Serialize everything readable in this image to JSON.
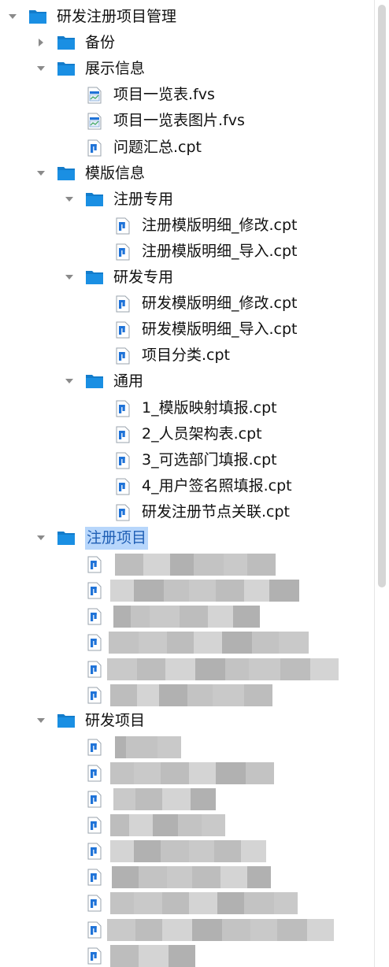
{
  "tree": [
    {
      "id": "root",
      "type": "folder",
      "label": "研发注册项目管理",
      "level": 0,
      "state": "expanded"
    },
    {
      "id": "backup",
      "type": "folder",
      "label": "备份",
      "level": 1,
      "state": "collapsed"
    },
    {
      "id": "display",
      "type": "folder",
      "label": "展示信息",
      "level": 1,
      "state": "expanded"
    },
    {
      "id": "f1",
      "type": "file",
      "file_kind": "fvs",
      "label": "项目一览表.fvs",
      "level": 2
    },
    {
      "id": "f2",
      "type": "file",
      "file_kind": "fvs",
      "label": "项目一览表图片.fvs",
      "level": 2
    },
    {
      "id": "f3",
      "type": "file",
      "file_kind": "cpt",
      "label": "问题汇总.cpt",
      "level": 2
    },
    {
      "id": "template",
      "type": "folder",
      "label": "模版信息",
      "level": 1,
      "state": "expanded"
    },
    {
      "id": "reg_only",
      "type": "folder",
      "label": "注册专用",
      "level": 2,
      "state": "expanded"
    },
    {
      "id": "f4",
      "type": "file",
      "file_kind": "cpt",
      "label": "注册模版明细_修改.cpt",
      "level": 3
    },
    {
      "id": "f5",
      "type": "file",
      "file_kind": "cpt",
      "label": "注册模版明细_导入.cpt",
      "level": 3
    },
    {
      "id": "rd_only",
      "type": "folder",
      "label": "研发专用",
      "level": 2,
      "state": "expanded"
    },
    {
      "id": "f6",
      "type": "file",
      "file_kind": "cpt",
      "label": "研发模版明细_修改.cpt",
      "level": 3
    },
    {
      "id": "f7",
      "type": "file",
      "file_kind": "cpt",
      "label": "研发模版明细_导入.cpt",
      "level": 3
    },
    {
      "id": "f8",
      "type": "file",
      "file_kind": "cpt",
      "label": "项目分类.cpt",
      "level": 3
    },
    {
      "id": "common",
      "type": "folder",
      "label": "通用",
      "level": 2,
      "state": "expanded"
    },
    {
      "id": "f9",
      "type": "file",
      "file_kind": "cpt",
      "label": "1_模版映射填报.cpt",
      "level": 3
    },
    {
      "id": "f10",
      "type": "file",
      "file_kind": "cpt",
      "label": "2_人员架构表.cpt",
      "level": 3
    },
    {
      "id": "f11",
      "type": "file",
      "file_kind": "cpt",
      "label": "3_可选部门填报.cpt",
      "level": 3
    },
    {
      "id": "f12",
      "type": "file",
      "file_kind": "cpt",
      "label": "4_用户签名照填报.cpt",
      "level": 3
    },
    {
      "id": "f13",
      "type": "file",
      "file_kind": "cpt",
      "label": "研发注册节点关联.cpt",
      "level": 3
    },
    {
      "id": "reg_proj",
      "type": "folder",
      "label": "注册项目",
      "level": 1,
      "state": "expanded",
      "selected": true
    },
    {
      "id": "r1",
      "type": "file",
      "file_kind": "cpt",
      "label": "",
      "redacted": true,
      "level": 2
    },
    {
      "id": "r2",
      "type": "file",
      "file_kind": "cpt",
      "label": "",
      "redacted": true,
      "level": 2
    },
    {
      "id": "r3",
      "type": "file",
      "file_kind": "cpt",
      "label": "",
      "redacted": true,
      "level": 2
    },
    {
      "id": "r4",
      "type": "file",
      "file_kind": "cpt",
      "label": "",
      "redacted": true,
      "level": 2
    },
    {
      "id": "r5",
      "type": "file",
      "file_kind": "cpt",
      "label": "",
      "redacted": true,
      "level": 2
    },
    {
      "id": "r6",
      "type": "file",
      "file_kind": "cpt",
      "label": "",
      "redacted": true,
      "level": 2
    },
    {
      "id": "rd_proj",
      "type": "folder",
      "label": "研发项目",
      "level": 1,
      "state": "expanded"
    },
    {
      "id": "d1",
      "type": "file",
      "file_kind": "cpt",
      "label": "",
      "redacted": true,
      "level": 2
    },
    {
      "id": "d2",
      "type": "file",
      "file_kind": "cpt",
      "label": "",
      "redacted": true,
      "level": 2
    },
    {
      "id": "d3",
      "type": "file",
      "file_kind": "cpt",
      "label": "",
      "redacted": true,
      "level": 2
    },
    {
      "id": "d4",
      "type": "file",
      "file_kind": "cpt",
      "label": "",
      "redacted": true,
      "level": 2
    },
    {
      "id": "d5",
      "type": "file",
      "file_kind": "cpt",
      "label": "",
      "redacted": true,
      "level": 2
    },
    {
      "id": "d6",
      "type": "file",
      "file_kind": "cpt",
      "label": "",
      "redacted": true,
      "level": 2
    },
    {
      "id": "d7",
      "type": "file",
      "file_kind": "cpt",
      "label": "",
      "redacted": true,
      "level": 2
    },
    {
      "id": "d8",
      "type": "file",
      "file_kind": "cpt",
      "label": "",
      "redacted": true,
      "level": 2
    },
    {
      "id": "d9",
      "type": "file",
      "file_kind": "cpt",
      "label": "",
      "redacted": true,
      "level": 2
    }
  ],
  "colors": {
    "folder": "#1a8fe3",
    "folder_dark": "#137ccb",
    "file_blue": "#1f73d8",
    "arrow": "#8a8a8a",
    "selected_bg": "#b7d6fb",
    "selected_text": "#1f5fb5",
    "redaction": [
      "#c9c9c9",
      "#bdbdbd",
      "#d4d4d4",
      "#b1b1b1",
      "#c3c3c3"
    ]
  }
}
